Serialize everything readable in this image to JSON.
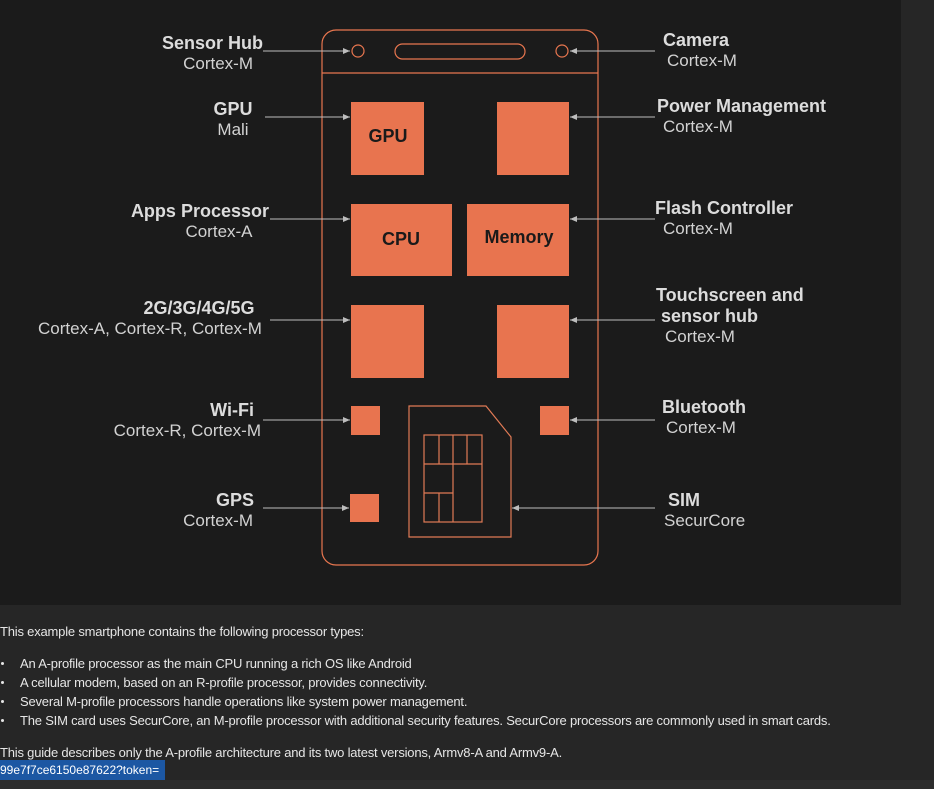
{
  "diagram": {
    "labels_left": [
      {
        "title": "Sensor Hub",
        "sub": "Cortex-M"
      },
      {
        "title": "GPU",
        "sub": "Mali"
      },
      {
        "title": "Apps Processor",
        "sub": "Cortex-A"
      },
      {
        "title": "2G/3G/4G/5G",
        "sub": "Cortex-A, Cortex-R, Cortex-M"
      },
      {
        "title": "Wi-Fi",
        "sub": "Cortex-R, Cortex-M"
      },
      {
        "title": "GPS",
        "sub": "Cortex-M"
      }
    ],
    "labels_right": [
      {
        "title": "Camera",
        "sub": "Cortex-M"
      },
      {
        "title": "Power Management",
        "sub": "Cortex-M"
      },
      {
        "title": "Flash Controller",
        "sub": "Cortex-M"
      },
      {
        "title_line1": "Touchscreen and",
        "title_line2": "sensor hub",
        "sub": "Cortex-M"
      },
      {
        "title": "Bluetooth",
        "sub": "Cortex-M"
      },
      {
        "title": "SIM",
        "sub": "SecurCore"
      }
    ],
    "chips": {
      "gpu": "GPU",
      "cpu": "CPU",
      "memory": "Memory"
    },
    "colors": {
      "chip": "#e8744f",
      "outline": "#e8764f",
      "background": "#1b1b1b"
    }
  },
  "text": {
    "intro": "This example smartphone contains the following processor types:",
    "bullets": [
      "An A-profile processor as the main CPU running a rich OS like Android",
      "A cellular modem, based on an R-profile processor, provides connectivity.",
      "Several M-profile processors handle operations like system power management.",
      "The SIM card uses SecurCore, an M-profile processor with additional security features. SecurCore processors are commonly used in smart cards."
    ],
    "closing": "This guide describes only the A-profile architecture and its two latest versions, Armv8-A and Armv9-A."
  },
  "url_fragment": "99e7f7ce6150e87622?token="
}
